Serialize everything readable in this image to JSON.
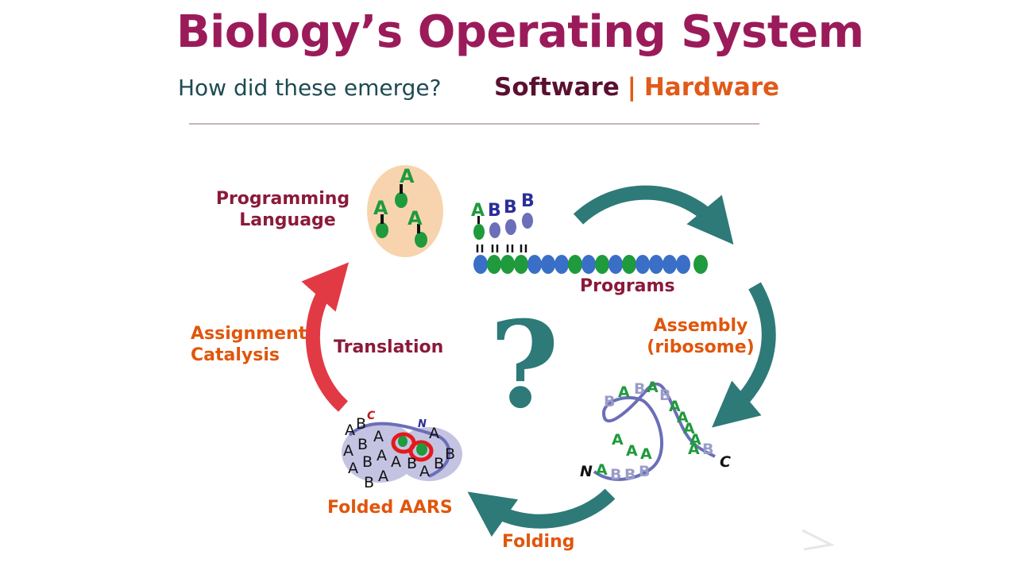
{
  "title": "Biology’s Operating System",
  "subtitle": "How did these emerge?",
  "legend": {
    "software": "Software",
    "separator": "|",
    "hardware": "Hardware"
  },
  "labels": {
    "programming_language_line1": "Programming",
    "programming_language_line2": "Language",
    "programs": "Programs",
    "assembly_line1": "Assembly",
    "assembly_line2": "(ribosome)",
    "folding": "Folding",
    "folded_aars": "Folded AARS",
    "translation": "Translation",
    "assignment_line1": "Assignment",
    "assignment_line2": "Catalysis",
    "question_mark": "?"
  },
  "molecules": {
    "language_letters": [
      "A",
      "A",
      "A"
    ],
    "program_adaptor_letters": [
      "A",
      "B",
      "B",
      "B"
    ],
    "chain_letters": [
      "B",
      "A",
      "B",
      "A",
      "B",
      "A",
      "A",
      "A",
      "A",
      "A",
      "B",
      "C"
    ],
    "chain_letters_bottom": [
      "N",
      "A",
      "B",
      "B",
      "B",
      "A",
      "A",
      "A"
    ],
    "aars_letters": [
      "A",
      "B",
      "A",
      "B",
      "A",
      "A",
      "B",
      "A",
      "A",
      "B",
      "A",
      "B",
      "A",
      "B",
      "B",
      "A"
    ],
    "aars_termini": [
      "C",
      "N"
    ]
  },
  "colors": {
    "title": "#9b1b5a",
    "software": "#5a1030",
    "hardware": "#e05a1a",
    "teal_arrow": "#2d7a78",
    "red_arrow": "#e23a45",
    "green_bead": "#1f9a3c",
    "blue_bead": "#3a6fc7",
    "purple_bead": "#6b6eb8"
  }
}
